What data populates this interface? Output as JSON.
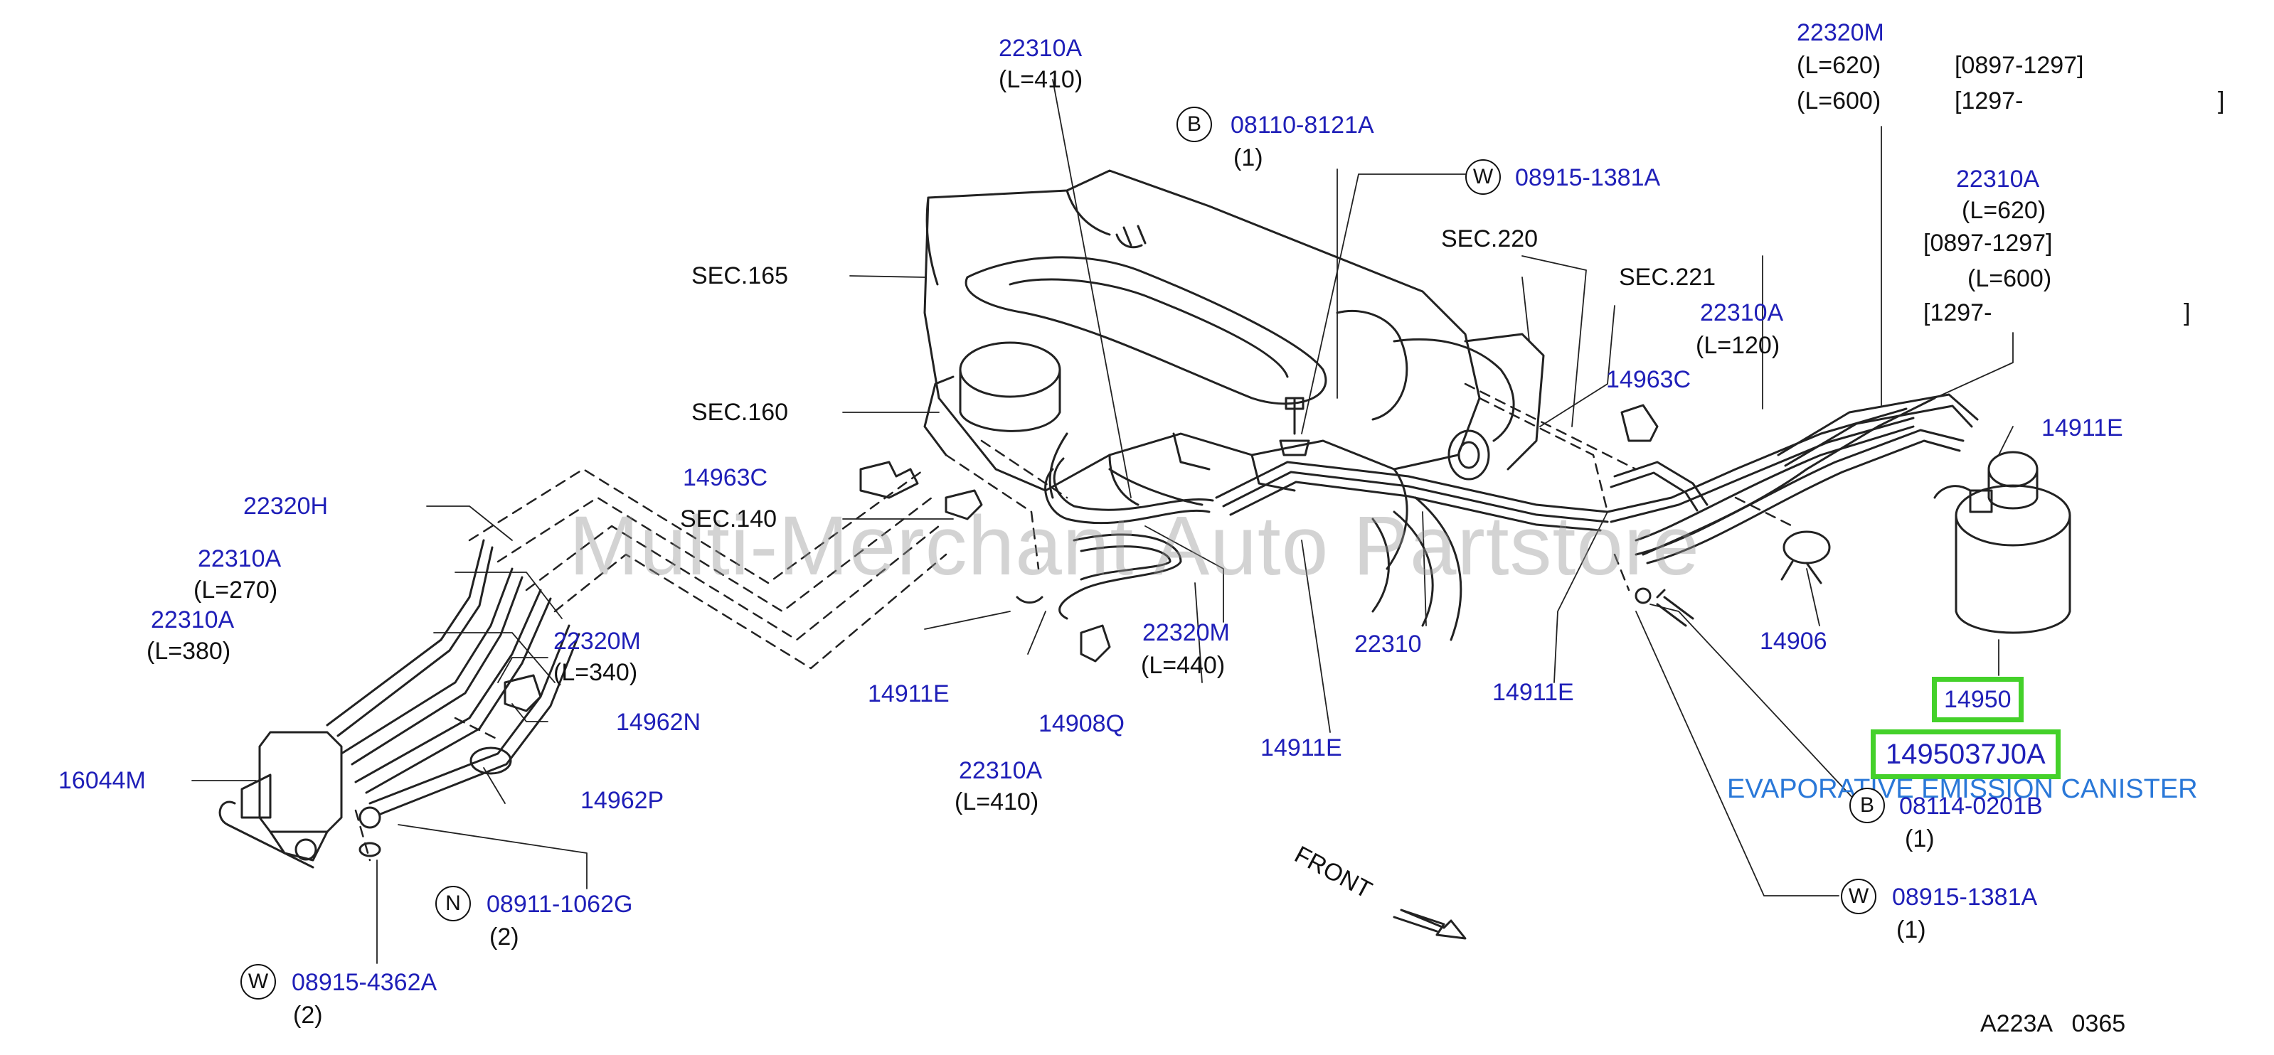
{
  "diagram": {
    "code": "A223A   0365",
    "front_label": "FRONT",
    "watermark": "Multi-Merchant Auto Partstore",
    "highlight": {
      "part_number": "14950",
      "full_number": "1495037J0A",
      "name": "EVAPORATIVE EMISSION CANISTER",
      "color": "#44d12a"
    },
    "colors": {
      "part_number": "#1f1fb8",
      "text": "#111111",
      "name": "#2a78d8"
    },
    "sections": [
      "SEC.165",
      "SEC.160",
      "SEC.140",
      "SEC.220",
      "SEC.221"
    ],
    "callouts": {
      "c_top_left_hose": {
        "pn": "22310A",
        "spec": "(L=410)"
      },
      "c_bolt_b_top": {
        "symbol": "B",
        "pn": "08110-8121A",
        "qty": "(1)"
      },
      "c_washer_w_top": {
        "symbol": "W",
        "pn": "08915-1381A"
      },
      "c_top_right_hose": {
        "pn": "22320M",
        "spec1": "(L=620)",
        "date1": "[0897-1297]",
        "spec2": "(L=600)",
        "date2": "[1297-",
        "date2_end": "]"
      },
      "c_right_hose2": {
        "pn": "22310A",
        "spec1": "(L=620)",
        "date1": "[0897-1297]",
        "spec2": "(L=600)",
        "date2": "[1297-",
        "date2_end": "]"
      },
      "c_mid_hose_120": {
        "pn": "22310A",
        "spec": "(L=120)"
      },
      "c_clip_14963c_right": {
        "pn": "14963C"
      },
      "c_clamp_14911e_right": {
        "pn": "14911E"
      },
      "c_clip_14963c_left": {
        "pn": "14963C"
      },
      "c_hose_22320h": {
        "pn": "22320H"
      },
      "c_hose_270": {
        "pn": "22310A",
        "spec": "(L=270)"
      },
      "c_hose_380": {
        "pn": "22310A",
        "spec": "(L=380)"
      },
      "c_hose_340": {
        "pn": "22320M",
        "spec": "(L=340)"
      },
      "c_hose_440": {
        "pn": "22320M",
        "spec": "(L=440)"
      },
      "c_tube_22310": {
        "pn": "22310"
      },
      "c_clip_14906": {
        "pn": "14906"
      },
      "c_clamp_14911e_lower_left": {
        "pn": "14911E"
      },
      "c_clamp_14911e_mid": {
        "pn": "14911E"
      },
      "c_clamp_14911e_center": {
        "pn": "14911E"
      },
      "c_clip_14908q": {
        "pn": "14908Q"
      },
      "c_hose_lower_410": {
        "pn": "22310A",
        "spec": "(L=410)"
      },
      "c_clip_14962n": {
        "pn": "14962N"
      },
      "c_clamp_14962p": {
        "pn": "14962P"
      },
      "c_valve_16044m": {
        "pn": "16044M"
      },
      "c_nut_n": {
        "symbol": "N",
        "pn": "08911-1062G",
        "qty": "(2)"
      },
      "c_washer_w_bottom_left": {
        "symbol": "W",
        "pn": "08915-4362A",
        "qty": "(2)"
      },
      "c_bolt_b_bottom": {
        "symbol": "B",
        "pn": "08114-0201B",
        "qty": "(1)"
      },
      "c_washer_w_bottom_right": {
        "symbol": "W",
        "pn": "08915-1381A",
        "qty": "(1)"
      }
    }
  }
}
